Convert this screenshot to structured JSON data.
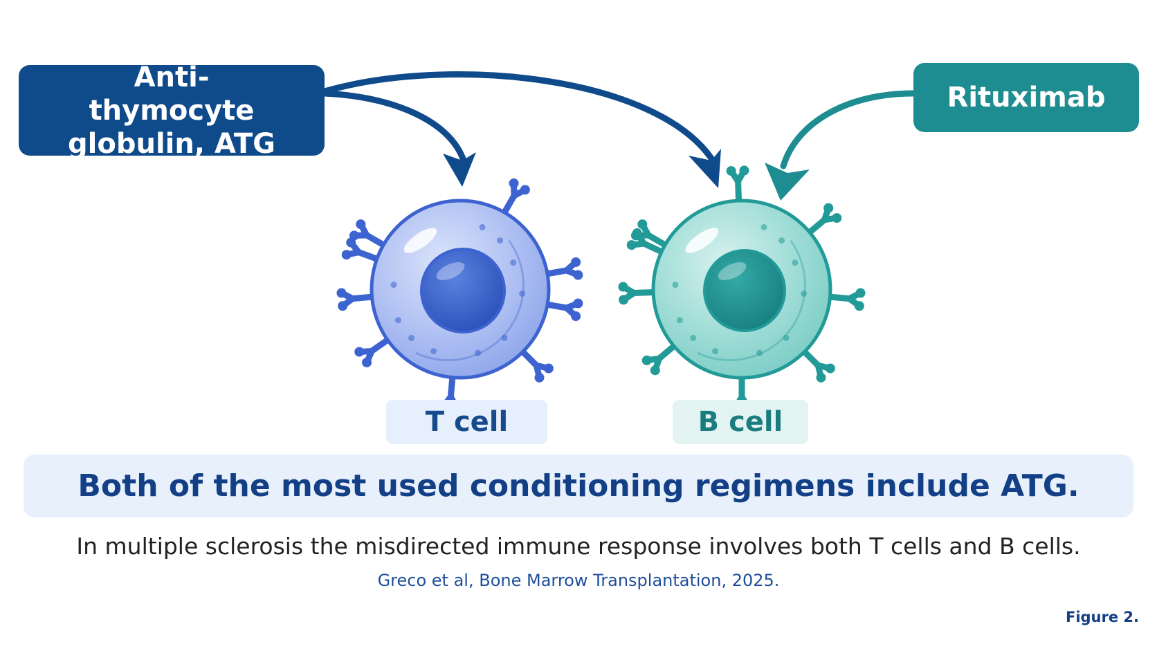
{
  "drugs": {
    "atg": "Anti-thymocyte globulin, ATG",
    "rituximab": "Rituximab"
  },
  "cells": {
    "t_cell": "T cell",
    "b_cell": "B cell"
  },
  "headline": "Both of the most used conditioning regimens include ATG.",
  "subtitle": "In multiple sclerosis the misdirected immune response involves both T cells and B cells.",
  "citation": "Greco et al, Bone Marrow Transplantation, 2025.",
  "figure_label": "Figure 2.",
  "colors": {
    "atg": "#0f4a8a",
    "rituximab": "#1e8d92",
    "t_cell": "#4a6fd6",
    "b_cell": "#2a9e9c"
  }
}
